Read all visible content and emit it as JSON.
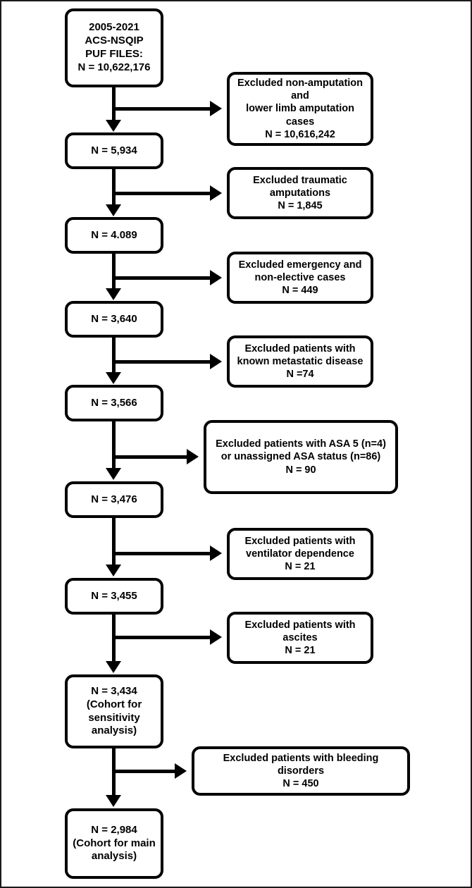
{
  "figure": {
    "type": "flowchart",
    "title": "ACS-NSQIP cohort selection flow diagram",
    "frame_color": "#1a1a1a",
    "line_color": "#000000",
    "box_fill": "#ffffff"
  },
  "cohort_nodes": [
    {
      "id": "source",
      "label": "2005-2021\nACS-NSQIP\nPUF FILES:\nN = 10,622,176",
      "n": 10622176
    },
    {
      "id": "step1",
      "label": "N = 5,934",
      "n": 5934
    },
    {
      "id": "step2",
      "label": "N = 4.089",
      "n": 4089
    },
    {
      "id": "step3",
      "label": "N = 3,640",
      "n": 3640
    },
    {
      "id": "step4",
      "label": "N = 3,566",
      "n": 3566
    },
    {
      "id": "step5",
      "label": "N = 3,476",
      "n": 3476
    },
    {
      "id": "step6",
      "label": "N = 3,455",
      "n": 3455
    },
    {
      "id": "sensitivity",
      "label_bold": "N = 3,434",
      "label_sub": "(Cohort for\nsensitivity\nanalysis)",
      "n": 3434
    },
    {
      "id": "main",
      "label_bold": "N = 2,984",
      "label_sub": "(Cohort for main\nanalysis)",
      "n": 2984
    }
  ],
  "exclusion_nodes": [
    {
      "id": "excl1",
      "label": "Excluded non-amputation and\nlower limb amputation cases\nN = 10,616,242",
      "n": 10616242
    },
    {
      "id": "excl2",
      "label": "Excluded traumatic\namputations\nN = 1,845",
      "n": 1845
    },
    {
      "id": "excl3",
      "label": "Excluded emergency and\nnon-elective cases\nN = 449",
      "n": 449
    },
    {
      "id": "excl4",
      "label": "Excluded patients with\nknown metastatic disease\nN =74",
      "n": 74
    },
    {
      "id": "excl5",
      "label": "Excluded patients with ASA 5 (n=4)\nor unassigned ASA status (n=86)\nN = 90",
      "n": 90
    },
    {
      "id": "excl6",
      "label": "Excluded patients with\nventilator dependence\nN = 21",
      "n": 21
    },
    {
      "id": "excl7",
      "label": "Excluded patients with\nascites\nN = 21",
      "n": 21
    },
    {
      "id": "excl8",
      "label": "Excluded patients with bleeding disorders\nN = 450",
      "n": 450
    }
  ]
}
